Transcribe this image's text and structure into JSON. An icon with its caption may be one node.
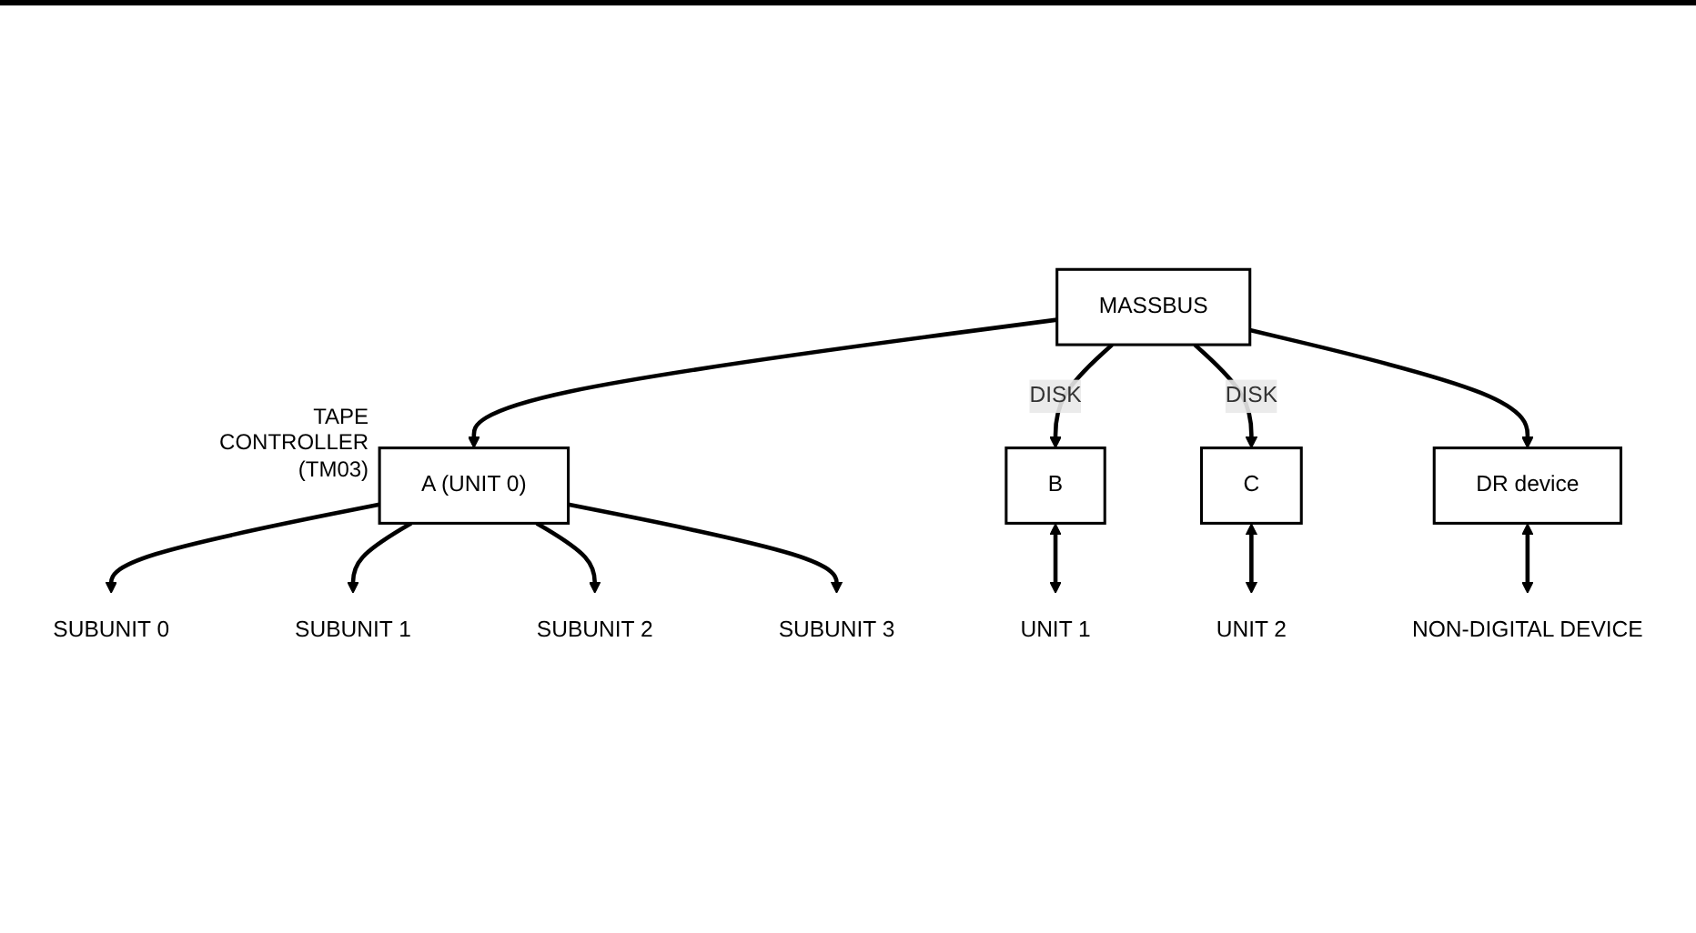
{
  "diagram": {
    "nodes": [
      {
        "text": [
          "MASSBUS"
        ]
      },
      {
        "text": [
          "A (UNIT 0)"
        ],
        "beside": [
          "TAPE CONTROLLER (TM03)"
        ]
      },
      {
        "text": [
          "B"
        ]
      },
      {
        "text": [
          "C"
        ]
      },
      {
        "text": [
          "DR device"
        ]
      },
      {
        "text": [
          "SUBUNIT 0"
        ]
      },
      {
        "text": [
          "SUBUNIT 1"
        ]
      },
      {
        "text": [
          "SUBUNIT 2"
        ]
      },
      {
        "text": [
          "SUBUNIT 3"
        ]
      },
      {
        "text": [
          "UNIT 1"
        ]
      },
      {
        "text": [
          "UNIT 2"
        ]
      },
      {
        "text": [
          "NON-DIGITAL DEVICE"
        ]
      }
    ],
    "edges": [
      {
        "from": 0,
        "to": 1,
        "arrow": "to"
      },
      {
        "from": 0,
        "to": 2,
        "arrow": "to",
        "label": "DISK"
      },
      {
        "from": 0,
        "to": 3,
        "arrow": "to",
        "label": "DISK"
      },
      {
        "from": 0,
        "to": 4,
        "arrow": "to"
      },
      {
        "from": 1,
        "to": 5,
        "arrow": "to"
      },
      {
        "from": 1,
        "to": 6,
        "arrow": "to"
      },
      {
        "from": 1,
        "to": 7,
        "arrow": "to"
      },
      {
        "from": 1,
        "to": 8,
        "arrow": "to"
      },
      {
        "from": 2,
        "to": 9,
        "arrow": "both"
      },
      {
        "from": 3,
        "to": 10,
        "arrow": "both"
      },
      {
        "from": 4,
        "to": 11,
        "arrow": "both"
      }
    ]
  }
}
